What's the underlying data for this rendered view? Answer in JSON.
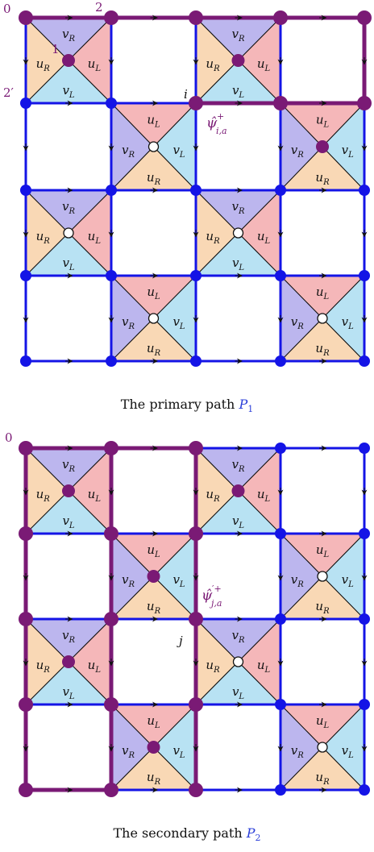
{
  "triangle_labels": {
    "top": "v_R",
    "left": "u_R",
    "right": "u_L",
    "bottom": "v_L"
  },
  "triangle_labels_flipped": {
    "top": "u_L",
    "left": "v_R",
    "right": "v_L",
    "bottom": "u_R"
  },
  "colors": {
    "primary_path": "#7a1a75",
    "lattice": "#1414e6",
    "vR_fill": "#bcb6ee",
    "uL_fill": "#f5b7b9",
    "vL_fill": "#b8e2f3",
    "uR_fill": "#f9d8b5",
    "open_center": "#ffffff"
  },
  "panels": [
    {
      "caption_text": "The primary path",
      "caption_path": "P",
      "caption_sub": "1",
      "labels": {
        "zero": "0",
        "one": "1",
        "two": "2",
        "two_prime": "2′",
        "site": "i",
        "psi_main": "ψ̂",
        "psi_sup": "+",
        "psi_sub": "i,a"
      }
    },
    {
      "caption_text": "The secondary path",
      "caption_path": "P",
      "caption_sub": "2",
      "labels": {
        "zero": "0",
        "site": "j",
        "psi_main": "ψ̂",
        "psi_sup": "′+",
        "psi_sub": "j,a"
      }
    }
  ]
}
